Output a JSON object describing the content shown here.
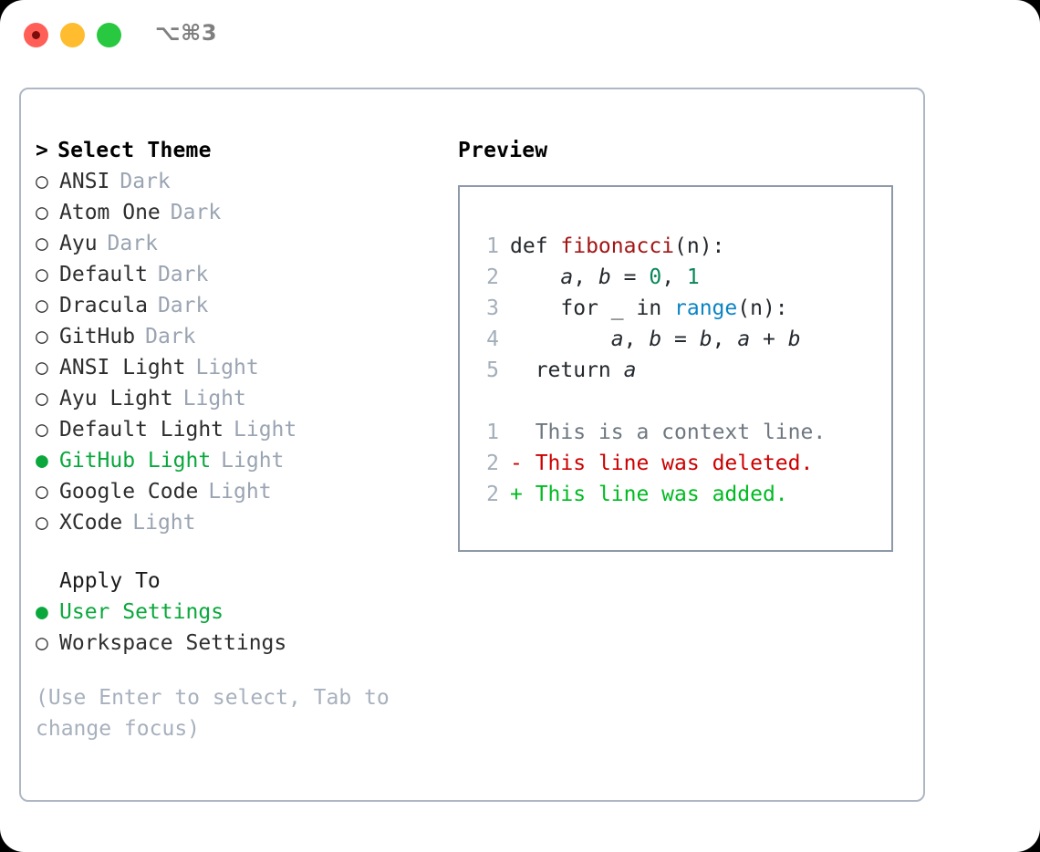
{
  "window": {
    "titlebar": {
      "traffic_lights": [
        "close",
        "minimize",
        "maximize"
      ],
      "shortcut": "⌥⌘3"
    }
  },
  "left": {
    "header": {
      "caret": ">",
      "title": "Select Theme"
    },
    "bullet_off": "○",
    "bullet_on": "●",
    "themes": [
      {
        "name": "ANSI",
        "tag": "Dark",
        "selected": false
      },
      {
        "name": "Atom One",
        "tag": "Dark",
        "selected": false
      },
      {
        "name": "Ayu",
        "tag": "Dark",
        "selected": false
      },
      {
        "name": "Default",
        "tag": "Dark",
        "selected": false
      },
      {
        "name": "Dracula",
        "tag": "Dark",
        "selected": false
      },
      {
        "name": "GitHub",
        "tag": "Dark",
        "selected": false
      },
      {
        "name": "ANSI Light",
        "tag": "Light",
        "selected": false
      },
      {
        "name": "Ayu Light",
        "tag": "Light",
        "selected": false
      },
      {
        "name": "Default Light",
        "tag": "Light",
        "selected": false
      },
      {
        "name": "GitHub Light",
        "tag": "Light",
        "selected": true
      },
      {
        "name": "Google Code",
        "tag": "Light",
        "selected": false
      },
      {
        "name": "XCode",
        "tag": "Light",
        "selected": false
      }
    ],
    "apply_to": {
      "title": "Apply To",
      "options": [
        {
          "name": "User Settings",
          "selected": true
        },
        {
          "name": "Workspace Settings",
          "selected": false
        }
      ]
    },
    "hint": "(Use Enter to select, Tab to change focus)"
  },
  "right": {
    "title": "Preview",
    "code": [
      {
        "num": "1",
        "tokens": [
          {
            "t": "def ",
            "c": "tok-def"
          },
          {
            "t": "fibonacci",
            "c": "tok-fn"
          },
          {
            "t": "(n):",
            "c": "tok-plain"
          }
        ]
      },
      {
        "num": "2",
        "tokens": [
          {
            "t": "    ",
            "c": "tok-plain"
          },
          {
            "t": "a",
            "c": "tok-var"
          },
          {
            "t": ", ",
            "c": "tok-plain"
          },
          {
            "t": "b",
            "c": "tok-var"
          },
          {
            "t": " = ",
            "c": "tok-plain"
          },
          {
            "t": "0",
            "c": "tok-num"
          },
          {
            "t": ", ",
            "c": "tok-plain"
          },
          {
            "t": "1",
            "c": "tok-num"
          }
        ]
      },
      {
        "num": "3",
        "tokens": [
          {
            "t": "    for _ in ",
            "c": "tok-plain"
          },
          {
            "t": "range",
            "c": "tok-call"
          },
          {
            "t": "(n):",
            "c": "tok-plain"
          }
        ]
      },
      {
        "num": "4",
        "tokens": [
          {
            "t": "        ",
            "c": "tok-plain"
          },
          {
            "t": "a",
            "c": "tok-var"
          },
          {
            "t": ", ",
            "c": "tok-plain"
          },
          {
            "t": "b",
            "c": "tok-var"
          },
          {
            "t": " = ",
            "c": "tok-plain"
          },
          {
            "t": "b",
            "c": "tok-var"
          },
          {
            "t": ", ",
            "c": "tok-plain"
          },
          {
            "t": "a",
            "c": "tok-var"
          },
          {
            "t": " + ",
            "c": "tok-plain"
          },
          {
            "t": "b",
            "c": "tok-var"
          }
        ]
      },
      {
        "num": "5",
        "tokens": [
          {
            "t": "  return ",
            "c": "tok-plain"
          },
          {
            "t": "a",
            "c": "tok-var"
          }
        ]
      }
    ],
    "diff": [
      {
        "num": "1",
        "marker": "  ",
        "text": "This is a context line.",
        "cls": "diff-ctx"
      },
      {
        "num": "2",
        "marker": "- ",
        "text": "This line was deleted.",
        "cls": "diff-del"
      },
      {
        "num": "2",
        "marker": "+ ",
        "text": "This line was added.",
        "cls": "diff-add"
      }
    ]
  },
  "colors": {
    "accent_green": "#0aa83c",
    "diff_add": "#00bb22",
    "diff_del": "#cc0000",
    "muted": "#9aa4b2",
    "panel_border": "#aeb7c4",
    "preview_border": "#8d99a9",
    "keyword_fn": "#a31515",
    "number": "#098658",
    "builtin": "#0b84c4"
  }
}
